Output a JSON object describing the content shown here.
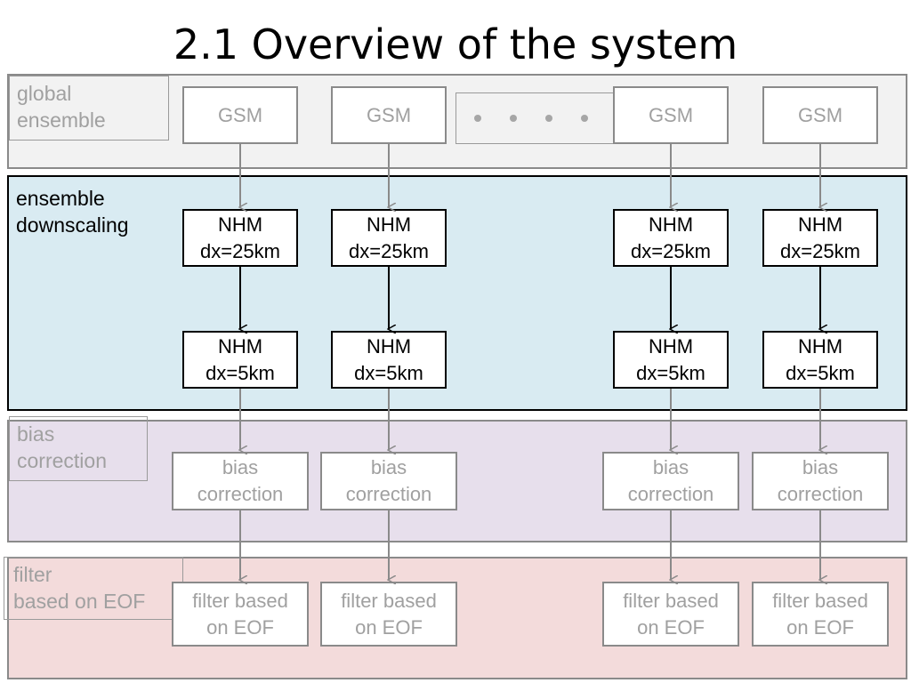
{
  "title": "2.1  Overview of the system",
  "bands": {
    "global": "global\nensemble",
    "downscaling": "ensemble\ndownscaling",
    "bias": "bias\ncorrection",
    "filter": "filter\nbased on EOF"
  },
  "gsm": [
    "GSM",
    "GSM",
    "GSM",
    "GSM"
  ],
  "nhm25": [
    {
      "line1": "NHM",
      "line2": "dx=25km"
    },
    {
      "line1": "NHM",
      "line2": "dx=25km"
    },
    {
      "line1": "NHM",
      "line2": "dx=25km"
    },
    {
      "line1": "NHM",
      "line2": "dx=25km"
    }
  ],
  "nhm5": [
    {
      "line1": "NHM",
      "line2": "dx=5km"
    },
    {
      "line1": "NHM",
      "line2": "dx=5km"
    },
    {
      "line1": "NHM",
      "line2": "dx=5km"
    },
    {
      "line1": "NHM",
      "line2": "dx=5km"
    }
  ],
  "bias_boxes": [
    {
      "line1": "bias",
      "line2": "correction"
    },
    {
      "line1": "bias",
      "line2": "correction"
    },
    {
      "line1": "bias",
      "line2": "correction"
    },
    {
      "line1": "bias",
      "line2": "correction"
    }
  ],
  "filter_boxes": [
    {
      "line1": "filter based",
      "line2": "on EOF"
    },
    {
      "line1": "filter based",
      "line2": "on EOF"
    },
    {
      "line1": "filter based",
      "line2": "on EOF"
    },
    {
      "line1": "filter based",
      "line2": "on EOF"
    }
  ],
  "colors": {
    "global_band": "#f2f2f2",
    "downscaling_band": "#d9ebf2",
    "bias_band": "#e7dfec",
    "filter_band": "#f3dbdb",
    "gray_text": "#a0a0a0"
  }
}
